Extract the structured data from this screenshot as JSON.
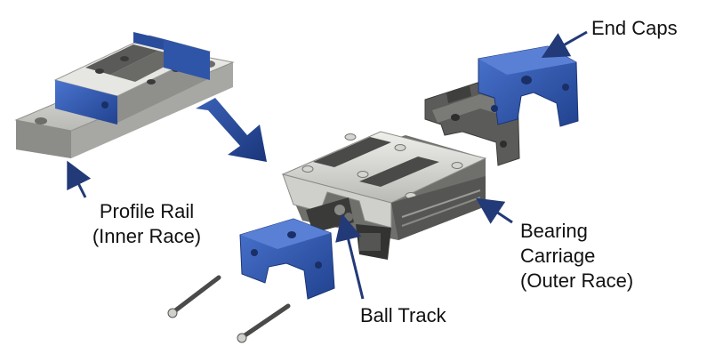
{
  "labels": {
    "end_caps": "End Caps",
    "profile_rail": [
      "Profile Rail",
      "(Inner Race)"
    ],
    "bearing_carriage": [
      "Bearing",
      "Carriage",
      "(Outer Race)"
    ],
    "ball_track": "Ball Track"
  },
  "colors": {
    "blue_part": "#2f55a8",
    "blue_dark": "#1d3a7e",
    "steel_light": "#dcdcd8",
    "steel_mid": "#a9a9a6",
    "steel_dark": "#5f5f5d",
    "gunmetal": "#4a4a4a",
    "arrow_blue": "#1f3f86",
    "leader_blue": "#233a78"
  },
  "icons": {
    "big_arrow": "right-down-arrow-icon",
    "leader": "leader-arrow-icon"
  }
}
